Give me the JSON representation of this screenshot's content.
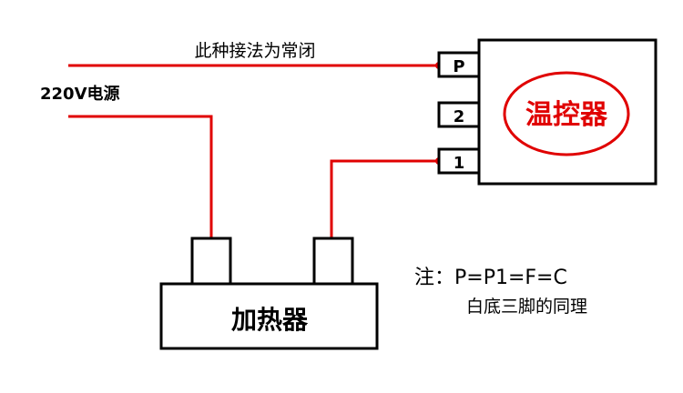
{
  "top_wire_label": "此种接法为常闭",
  "power_label": "220V电源",
  "controller": {
    "label": "温控器",
    "terminals": [
      "P",
      "2",
      "1"
    ]
  },
  "heater": {
    "label": "加热器"
  },
  "note": {
    "line1": "注：P=P1=F=C",
    "line2": "白底三脚的同理"
  },
  "colors": {
    "wire": "#e00000",
    "outline": "#000000",
    "controller_text": "#e00000"
  }
}
